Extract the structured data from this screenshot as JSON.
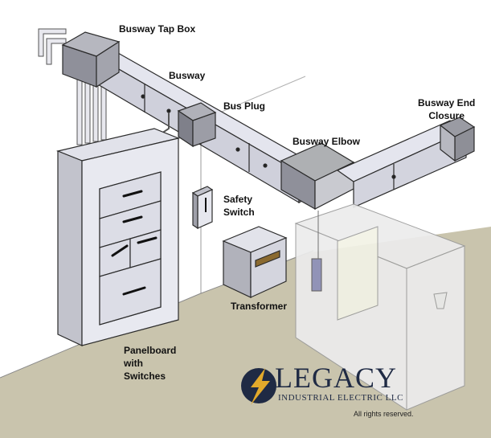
{
  "labels": {
    "busway_tap_box": "Busway Tap Box",
    "busway": "Busway",
    "bus_plug": "Bus Plug",
    "busway_end_closure": [
      "Busway End",
      "Closure"
    ],
    "busway_elbow": "Busway Elbow",
    "safety_switch": [
      "Safety",
      "Switch"
    ],
    "transformer": "Transformer",
    "panelboard": [
      "Panelboard",
      "with",
      "Switches"
    ]
  },
  "logo": {
    "wordmark": "LEGACY",
    "subtitle": "INDUSTRIAL ELECTRIC LLC"
  },
  "footer": {
    "rights": "All rights reserved."
  },
  "colors": {
    "floor": "#c9c4ad",
    "equipment": "#dcdde6",
    "equipment_dark": "#8f909a",
    "outline": "#2b2b2b",
    "logo_navy": "#1f2a44",
    "logo_gold": "#e2a92b",
    "machine_ghost": "#ececec"
  }
}
